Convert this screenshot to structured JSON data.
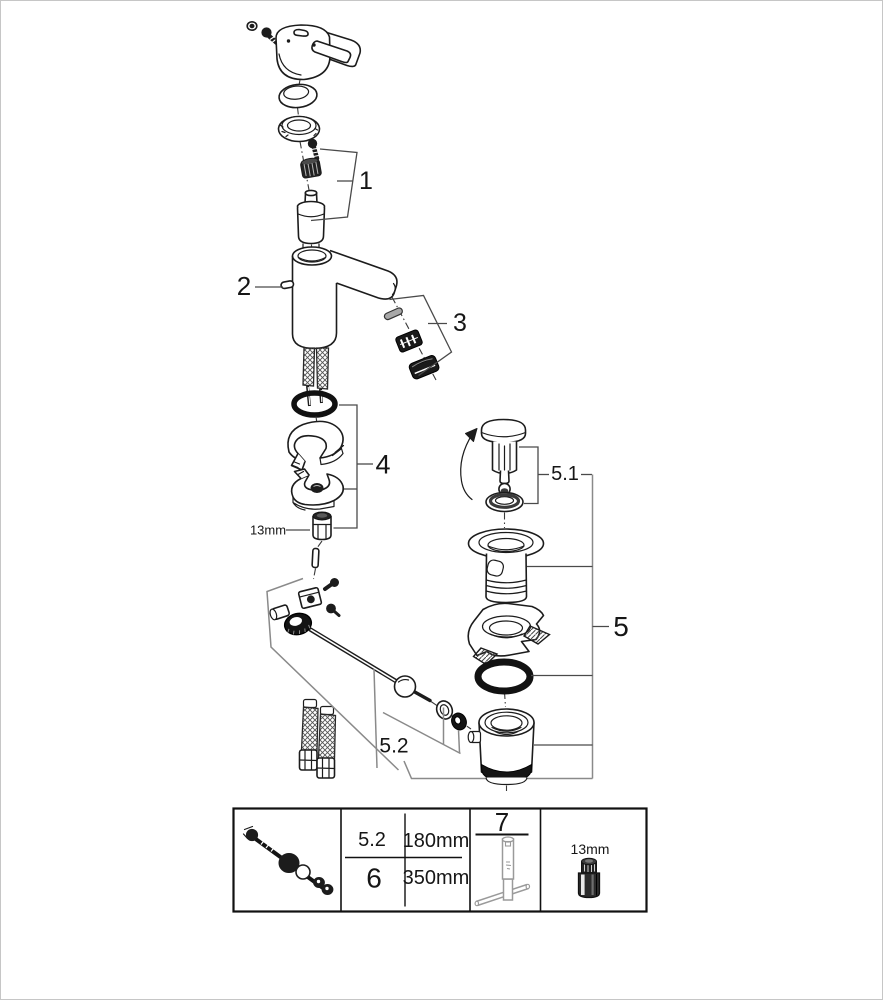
{
  "colors": {
    "ink": "#1c1c1c",
    "callout_line": "#4a4a4a",
    "bracket_frame": "#8a8a8a",
    "tool_gray": "#9a9a9a",
    "page_border": "#c6c6c6",
    "background": "#ffffff"
  },
  "callouts": {
    "part1": "1",
    "part2": "2",
    "part3": "3",
    "part4": "4",
    "part5": "5",
    "part5_1": "5.1",
    "part5_2": "5.2",
    "nut_size": "13mm"
  },
  "legend_table": {
    "dimension_rows": [
      {
        "ref": "5.2",
        "length": "180mm"
      },
      {
        "ref": "6",
        "length": "350mm"
      }
    ],
    "tool_ref": "7",
    "socket_size": "13mm"
  }
}
